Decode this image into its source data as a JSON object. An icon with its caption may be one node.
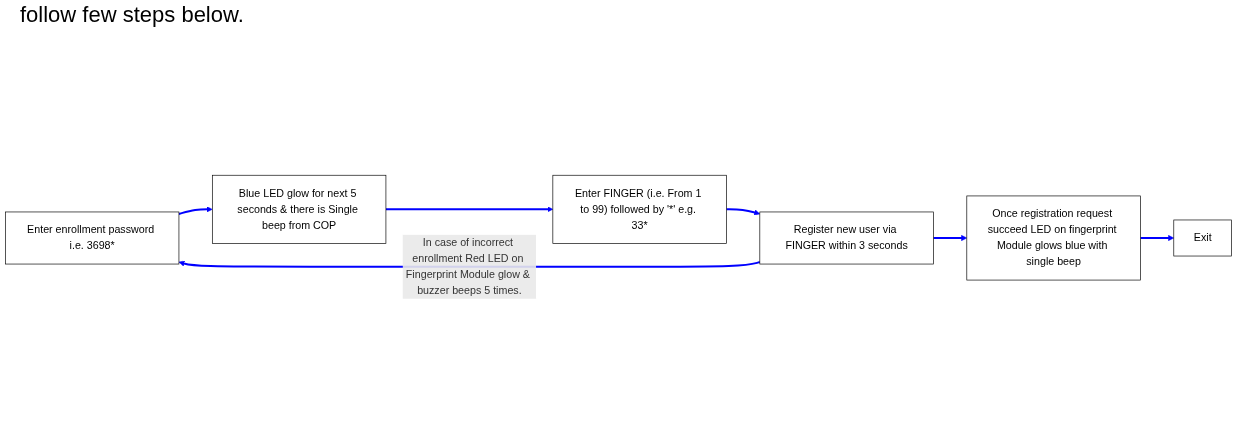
{
  "diagram": {
    "nodes": [
      {
        "text": [
          "Enter enrollment password i.e. 3698*"
        ]
      },
      {
        "text": [
          "Blue LED glow for next 5 seconds & there is Single beep from COP"
        ]
      },
      {
        "text": [
          "Enter FINGER (i.e. From 1 to 99) followed by '*' e.g. 33*"
        ]
      },
      {
        "text": [
          "Register new user via FINGER within 3 seconds"
        ]
      },
      {
        "text": [
          "Once registration request succeed LED on fingerprint Module glows blue with single beep"
        ]
      },
      {
        "text": [
          "Exit"
        ]
      }
    ],
    "edges": [
      {
        "from": 0,
        "to": 1,
        "arrow": "to"
      },
      {
        "from": 1,
        "to": 2,
        "arrow": "to"
      },
      {
        "from": 2,
        "to": 3,
        "arrow": "to"
      },
      {
        "from": 3,
        "to": 0,
        "arrow": "to",
        "label": "In case of incorrect enrollment Red LED on Fingerprint Module glow & buzzer beeps 5 times."
      },
      {
        "from": 3,
        "to": 4,
        "arrow": "to"
      },
      {
        "from": 4,
        "to": 5,
        "arrow": "to"
      }
    ],
    "labels": [
      "follow few steps below."
    ]
  }
}
